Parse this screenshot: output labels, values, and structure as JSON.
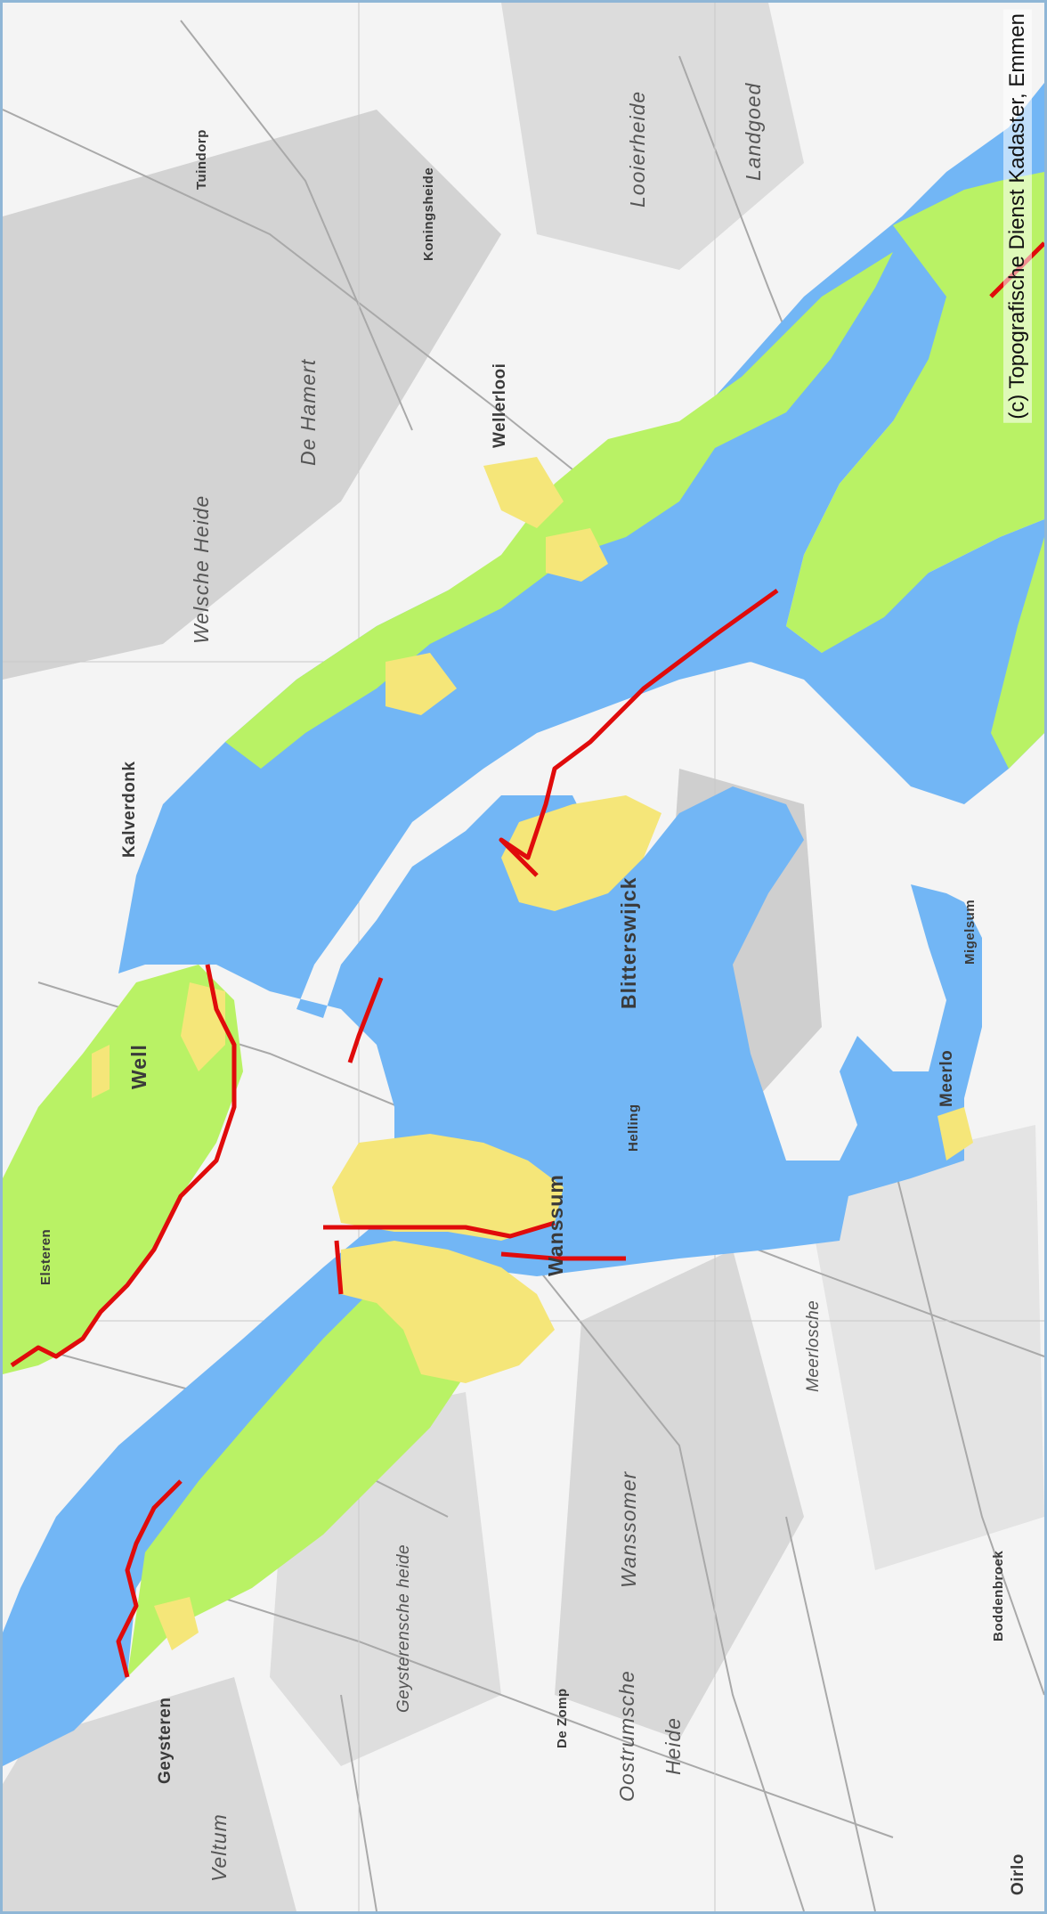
{
  "map": {
    "copyright": "(c) Topografische Dienst Kadaster, Emmen",
    "colors": {
      "water": "#72b6f5",
      "green_zone": "#b9f265",
      "yellow_zone": "#f5e679",
      "boundary": "#e00b0b",
      "base": "#f4f4f4",
      "forest": "#cfcfcf",
      "built": "#bdbdbd"
    },
    "labels": {
      "wellerlooi": "Wellerlooi",
      "de_hamert": "De Hamert",
      "welsche_heide": "Welsche Heide",
      "koningsheide": "Koningsheide",
      "tuindorp": "Tuindorp",
      "looierheide": "Looierheide",
      "landgoed": "Landgoed",
      "kalverdonk": "Kalverdonk",
      "well": "Well",
      "blitterswijck": "Blitterswijck",
      "meerlo": "Meerlo",
      "wanssum": "Wanssum",
      "geysteren": "Geysteren",
      "oostrum": "Oostrumsche",
      "heide": "Heide",
      "wanssomer": "Wanssomer",
      "geysterensche_heide": "Geysterensche heide",
      "meerlosche": "Meerlosche",
      "boddenbroek": "Boddenbroek",
      "oirlo": "Oirlo",
      "veltum": "Veltum",
      "de_zomp": "De Zomp",
      "helling": "Helling",
      "migelsum": "Migelsum",
      "elsteren": "Elsteren"
    }
  }
}
